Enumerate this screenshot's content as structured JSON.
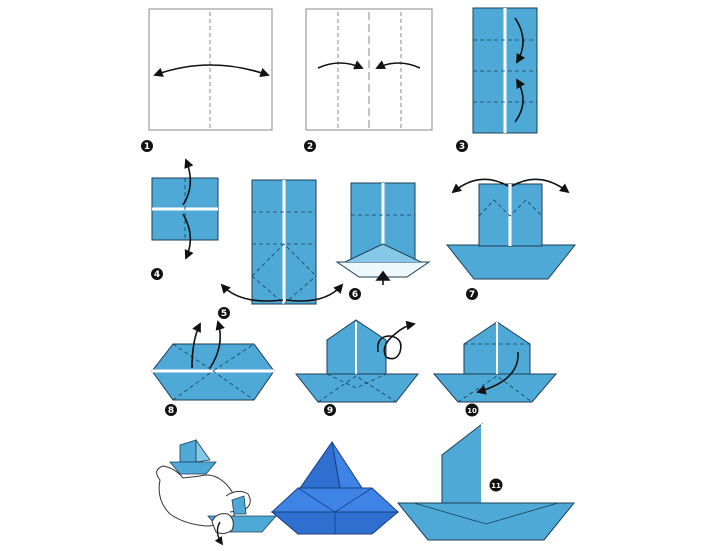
{
  "colors": {
    "paper_blue": "#4fa9d6",
    "paper_blue_dark": "#2f86b5",
    "paper_blue_light": "#86c8e8",
    "boat_3d": "#2f6fd0",
    "outline": "#1c3f57",
    "badge": "#111111",
    "arrow": "#111111",
    "crease": "#7a7a7a"
  },
  "steps": {
    "s1": "1",
    "s2": "2",
    "s3": "3",
    "s4": "4",
    "s5": "5",
    "s6": "6",
    "s7": "7",
    "s8": "8",
    "s9": "9",
    "s10": "10",
    "s11": "11"
  }
}
